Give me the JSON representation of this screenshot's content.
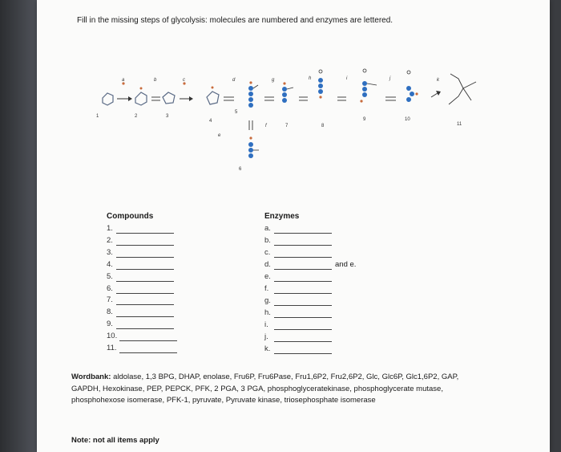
{
  "instruction": "Fill in the missing steps of glycolysis: molecules are numbered and enzymes are lettered.",
  "diagram": {
    "molecule_numbers": [
      "1",
      "2",
      "3",
      "4",
      "5",
      "6",
      "7",
      "8",
      "9",
      "10",
      "11"
    ],
    "enzyme_letters": [
      "a",
      "b",
      "c",
      "d",
      "e",
      "f",
      "g",
      "h",
      "i",
      "j",
      "k"
    ]
  },
  "compounds": {
    "title": "Compounds",
    "items": [
      "1.",
      "2.",
      "3.",
      "4.",
      "5.",
      "6.",
      "7.",
      "8.",
      "9.",
      "10.",
      "11."
    ]
  },
  "enzymes": {
    "title": "Enzymes",
    "items": [
      "a.",
      "b.",
      "c.",
      "d.",
      "e.",
      "f.",
      "g.",
      "h.",
      "i.",
      "j.",
      "k."
    ],
    "d_suffix": "and e."
  },
  "wordbank": {
    "label": "Wordbank:",
    "text": "aldolase, 1,3 BPG, DHAP, enolase, Fru6P, Fru6Pase, Fru1,6P2, Fru2,6P2, Glc, Glc6P, Glc1,6P2, GAP, GAPDH, Hexokinase, PEP, PEPCK, PFK, 2 PGA, 3 PGA, phosphoglyceratekinase, phosphoglycerate mutase, phosphohexose isomerase, PFK-1, pyruvate, Pyruvate kinase, triosephosphate isomerase"
  },
  "note": {
    "label": "Note:",
    "text": "not all items apply"
  }
}
